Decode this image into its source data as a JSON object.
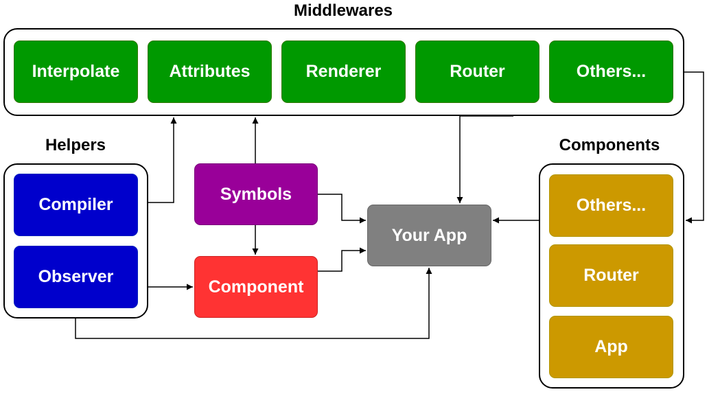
{
  "groups": {
    "middlewares": {
      "title": "Middlewares"
    },
    "helpers": {
      "title": "Helpers"
    },
    "components": {
      "title": "Components"
    }
  },
  "middlewares": [
    "Interpolate",
    "Attributes",
    "Renderer",
    "Router",
    "Others..."
  ],
  "helpers": [
    "Compiler",
    "Observer"
  ],
  "components": [
    "Others...",
    "Router",
    "App"
  ],
  "nodes": {
    "symbols": "Symbols",
    "component": "Component",
    "your_app": "Your App"
  },
  "colors": {
    "middleware": "#009900",
    "helper": "#0000cc",
    "component_item": "#cc9900",
    "symbols": "#990099",
    "component": "#ff3333",
    "your_app": "#808080"
  }
}
